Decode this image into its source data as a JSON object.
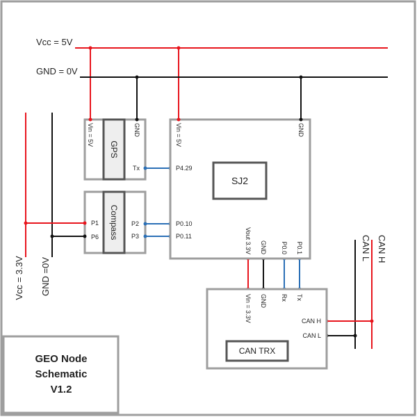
{
  "colors": {
    "vcc5": "#e8141c",
    "gnd": "#111111",
    "signal": "#2a6fb6",
    "border": "#9e9e9e",
    "inner": "#555555"
  },
  "rails": {
    "vcc5_label": "Vcc = 5V",
    "gnd_label": "GND = 0V",
    "vcc33_label": "Vcc = 3.3V",
    "gnd0_label": "GND =0V",
    "canh_label": "CAN H",
    "canl_label": "CAN L"
  },
  "gps": {
    "title": "GPS",
    "pin_vin": "Vin = 5V",
    "pin_gnd": "GND",
    "pin_tx": "Tx"
  },
  "compass": {
    "title": "Compass",
    "pin_p1": "P1",
    "pin_p6": "P6",
    "pin_p2": "P2",
    "pin_p3": "P3"
  },
  "sj2": {
    "title": "SJ2",
    "pin_vin": "Vin = 5V",
    "pin_gnd_top": "GND",
    "pin_p429": "P4.29",
    "pin_p010": "P0.10",
    "pin_p011": "P0.11",
    "pin_vout": "Vout 3.3V",
    "pin_gnd_bottom": "GND",
    "pin_p00": "P0.0",
    "pin_p01": "P0.1"
  },
  "cantrx": {
    "title": "CAN TRX",
    "pin_vin": "Vin = 3.3V",
    "pin_gnd": "GND",
    "pin_rx": "Rx",
    "pin_tx": "Tx",
    "pin_canh": "CAN H",
    "pin_canl": "CAN L"
  },
  "titleblock": {
    "line1": "GEO Node",
    "line2": "Schematic",
    "line3": "V1.2"
  }
}
